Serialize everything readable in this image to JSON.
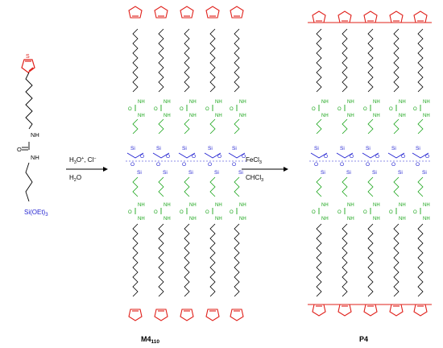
{
  "colors": {
    "thiophene": "#e0201a",
    "urea": "#1aa51a",
    "siloxane": "#1f1fd0",
    "alkyl": "#000000"
  },
  "monomer": {
    "nh_top": "NH",
    "carbonyl_o": "O",
    "nh_bottom": "NH",
    "silane": "Si(OEt)",
    "silane_sub": "3"
  },
  "step1": {
    "reagent_line1": "H",
    "reagent_line1_sub": "3",
    "reagent_line1_rest": "O",
    "reagent_line1_sup": "+",
    "reagent_line1_tail": ", Cl",
    "reagent_line1_sup2": "−",
    "reagent_line2": "H",
    "reagent_line2_sub": "2",
    "reagent_line2_rest": "O"
  },
  "step2": {
    "reagent_line1": "FeCl",
    "reagent_line1_sub": "3",
    "reagent_line2": "CHCl",
    "reagent_line2_sub": "3"
  },
  "product1": {
    "label": "M4",
    "label_sub": "110",
    "nh": "NH",
    "o": "O",
    "si": "Si",
    "ox": "O"
  },
  "product2": {
    "label": "P4",
    "nh": "NH",
    "o": "O",
    "si": "Si",
    "ox": "O"
  }
}
